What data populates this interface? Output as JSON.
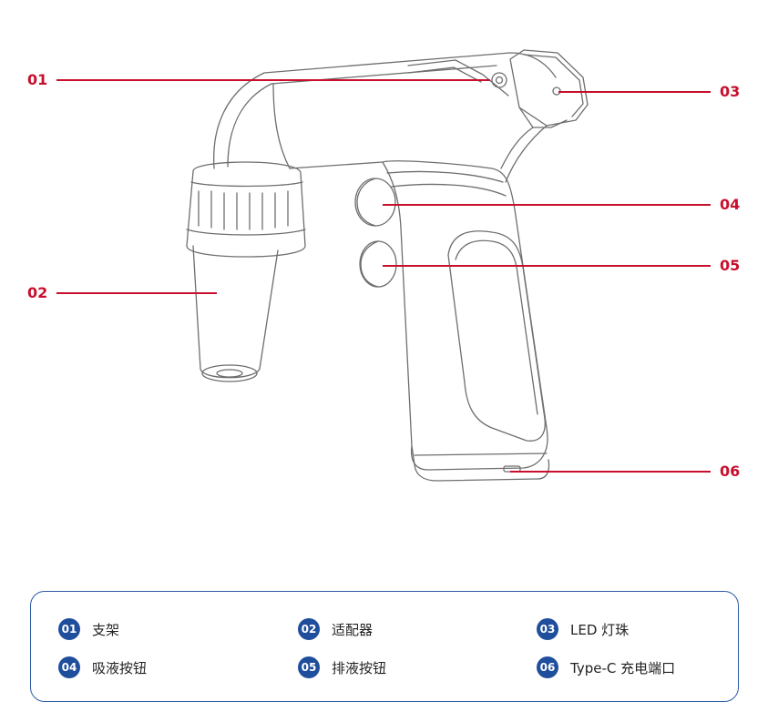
{
  "colors": {
    "callout": "#c8102e",
    "badge": "#1f4e9c",
    "border": "#2d5aa3",
    "outline": "#6e6e6e"
  },
  "callouts": [
    {
      "id": "01"
    },
    {
      "id": "02"
    },
    {
      "id": "03"
    },
    {
      "id": "04"
    },
    {
      "id": "05"
    },
    {
      "id": "06"
    }
  ],
  "legend": [
    {
      "num": "01",
      "label": "支架"
    },
    {
      "num": "02",
      "label": "适配器"
    },
    {
      "num": "03",
      "label": "LED 灯珠"
    },
    {
      "num": "04",
      "label": "吸液按钮"
    },
    {
      "num": "05",
      "label": "排液按钮"
    },
    {
      "num": "06",
      "label": "Type-C 充电端口"
    }
  ]
}
